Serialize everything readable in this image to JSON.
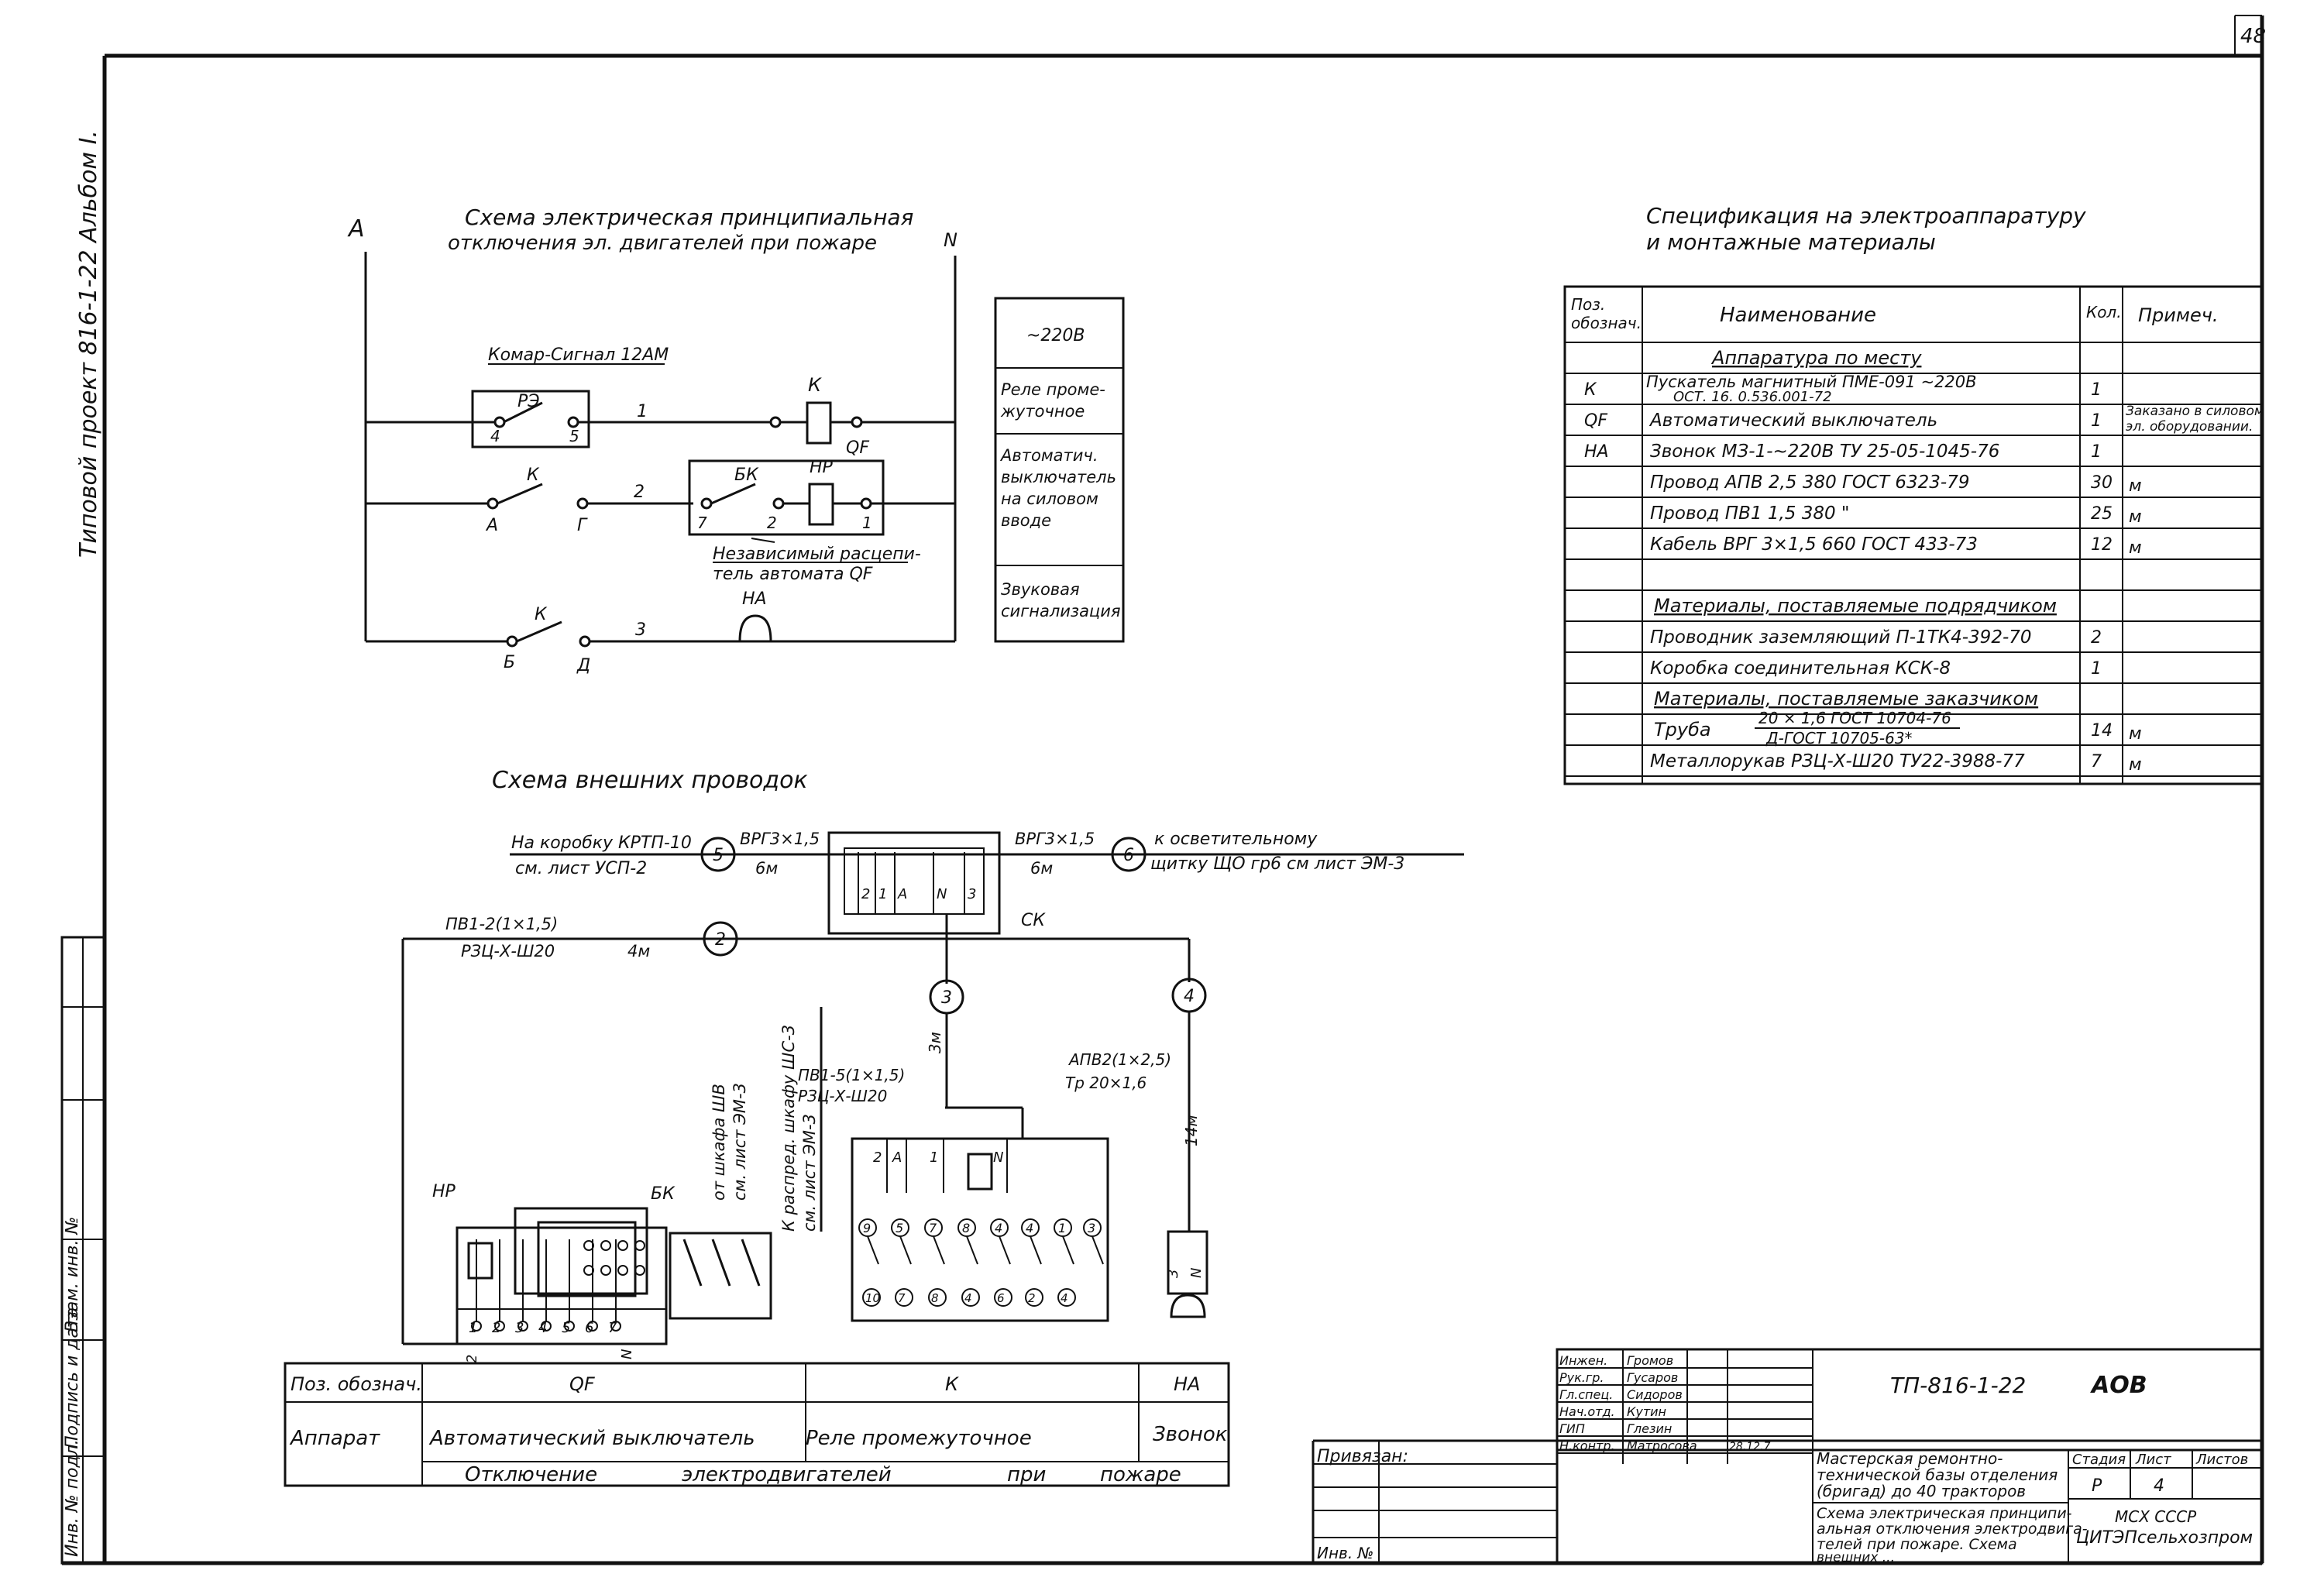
{
  "sheet": {
    "number": "48",
    "side_stamp": "Типовой проект 816-1-22 Альбом I.",
    "side_columns": [
      "Инв. № подл.",
      "Подпись и дата",
      "Взам. инв. №"
    ]
  },
  "schematic": {
    "title_line1": "Схема электрическая принципиальная",
    "title_line2": "отключения эл. двигателей при пожаре",
    "bus_left": "A",
    "bus_right": "N",
    "device_label": "Комар-Сигнал 12АМ",
    "relay_contact": "РЭ",
    "term_4": "4",
    "term_5": "5",
    "wire_1": "1",
    "wire_2": "2",
    "wire_3": "3",
    "coil_K": "К",
    "qf_label": "QF",
    "contact_K1": "К",
    "contact_K2": "К",
    "node_A": "А",
    "node_G": "Г",
    "node_B": "Б",
    "node_D": "Д",
    "bk_label": "БК",
    "hr_label": "НР",
    "t7": "7",
    "t2": "2",
    "t1": "1",
    "release_note_1": "Независимый расцепи-",
    "release_note_2": "тель автомата QF",
    "ha_label": "НА"
  },
  "legend": [
    {
      "text": "~220В"
    },
    {
      "text": "Реле проме-\nжуточное"
    },
    {
      "text": "Автоматич.\nвыключатель\nна силовом\nвводе"
    },
    {
      "text": "Звуковая\nсигнализация"
    }
  ],
  "spec": {
    "title_line1": "Спецификация на электроаппаратуру",
    "title_line2": "и монтажные материалы",
    "headers": {
      "pos": "Поз.\nобознач.",
      "name": "Наименование",
      "qty": "Кол.",
      "note": "Примеч."
    },
    "rows": [
      {
        "pos": "",
        "name": "Аппаратура по месту",
        "qty": "",
        "unit": "",
        "section": true
      },
      {
        "pos": "К",
        "name": "Пускатель магнитный ПМЕ-091 ~220В",
        "name2": "ОСТ. 16. 0.536.001-72",
        "qty": "1",
        "unit": ""
      },
      {
        "pos": "QF",
        "name": "Автоматический выключатель",
        "qty": "1",
        "unit": "",
        "note": "Заказано в силовом\nэл. оборудовании."
      },
      {
        "pos": "НА",
        "name": "Звонок МЗ-1-~220В ТУ 25-05-1045-76",
        "qty": "1",
        "unit": ""
      },
      {
        "pos": "",
        "name": "Провод АПВ 2,5 380 ГОСТ 6323-79",
        "qty": "30",
        "unit": "м"
      },
      {
        "pos": "",
        "name": "Провод ПВ1 1,5 380 \"",
        "qty": "25",
        "unit": "м"
      },
      {
        "pos": "",
        "name": "Кабель ВРГ 3×1,5 660 ГОСТ 433-73",
        "qty": "12",
        "unit": "м"
      },
      {
        "pos": "",
        "name": "",
        "qty": "",
        "unit": ""
      },
      {
        "pos": "",
        "name": "Материалы, поставляемые подрядчиком",
        "qty": "",
        "unit": "",
        "section": true
      },
      {
        "pos": "",
        "name": "Проводник заземляющий П-1ТК4-392-70",
        "qty": "2",
        "unit": ""
      },
      {
        "pos": "",
        "name": "Коробка соединительная КСК-8",
        "qty": "1",
        "unit": ""
      },
      {
        "pos": "",
        "name": "Материалы, поставляемые заказчиком",
        "qty": "",
        "unit": "",
        "section": true
      },
      {
        "pos": "",
        "name": "Труба",
        "frac_top": "20 × 1,6 ГОСТ 10704-76",
        "frac_bot": "Д-ГОСТ 10705-63*",
        "qty": "14",
        "unit": "м"
      },
      {
        "pos": "",
        "name": "Металлорукав РЗЦ-Х-Ш20 ТУ22-3988-77",
        "qty": "7",
        "unit": "м"
      }
    ]
  },
  "wiring": {
    "title": "Схема внешних проводок",
    "left_top": "На коробку КРТП-10",
    "left_bot": "см. лист УСП-2",
    "c5": "5",
    "c5_top": "ВРГ3×1,5",
    "c5_bot": "6м",
    "c6": "6",
    "c6_top": "ВРГ3×1,5",
    "c6_bot": "6м",
    "right_top": "к осветительному",
    "right_bot": "щитку ЩО гр6 см лист ЭМ-3",
    "c2": "2",
    "c2_top": "ПВ1-2(1×1,5)",
    "c2_bot": "РЗЦ-Х-Ш20",
    "c2_len": "4м",
    "ck": "СК",
    "ck_terms": [
      "2",
      "1",
      "А",
      "N",
      "3"
    ],
    "c3": "3",
    "c3_len": "3м",
    "c3_top": "ПВ1-5(1×1,5)",
    "c3_bot": "РЗЦ-Х-Ш20",
    "c4": "4",
    "c4_len": "14м",
    "apv_top": "АПВ2(1×2,5)",
    "apv_bot": "Тр 20×1,6",
    "vert1a": "от шкафа ШВ",
    "vert1b": "см. лист ЭМ-3",
    "vert2a": "К распред. шкафу ШС-3",
    "vert2b": "см. лист ЭМ-3",
    "hr": "НР",
    "bk": "БК",
    "strip_terms": [
      "1",
      "2",
      "3",
      "4",
      "5",
      "6",
      "7"
    ],
    "strip_extra": [
      "2",
      "N"
    ],
    "box_terms": [
      "2",
      "А",
      "1",
      "N"
    ],
    "box_circles": [
      "9",
      "5",
      "7",
      "8",
      "4",
      "4",
      "1",
      "3"
    ],
    "box_bottom": [
      "10",
      "7",
      "8",
      "4",
      "6",
      "2",
      "4"
    ],
    "bell_terms": [
      "3",
      "N"
    ]
  },
  "device_table": {
    "col0_head": "Поз. обознач.",
    "col0_row": "Аппарат",
    "cols": [
      {
        "head": "QF",
        "text": "Автоматический выключатель"
      },
      {
        "head": "К",
        "text": "Реле промежуточное"
      },
      {
        "head": "НА",
        "text": "Звонок"
      }
    ],
    "footer": [
      "Отключение",
      "электродвигателей",
      "при",
      "пожаре"
    ]
  },
  "title_block": {
    "priviazan": "Привязан:",
    "inv": "Инв. №",
    "roles": [
      "Инжен.",
      "Рук.гр.",
      "Гл.спец.",
      "Нач.отд.",
      "ГИП",
      "Н.контр."
    ],
    "names": [
      "Громов",
      "Гусаров",
      "Сидоров",
      "Кутин",
      "Глезин",
      "Матросова"
    ],
    "dates": [
      "",
      "",
      "",
      "",
      "",
      "28.12.7"
    ],
    "code": "ТП-816-1-22",
    "mark": "АОВ",
    "org_1": "Мастерская ремонтно-",
    "org_2": "технической базы отделения",
    "org_3": "(бригад) до 40 тракторов",
    "stage_h": "Стадия",
    "sheet_h": "Лист",
    "sheets_h": "Листов",
    "stage": "Р",
    "sheet_no": "4",
    "desc_1": "Схема электрическая принципи-",
    "desc_2": "альная отключения электродвига-",
    "desc_3": "телей при пожаре. Схема",
    "desc_4": "внешних ...",
    "ministry": "МСХ СССР",
    "institute": "ЦИТЭПсельхозпром"
  }
}
